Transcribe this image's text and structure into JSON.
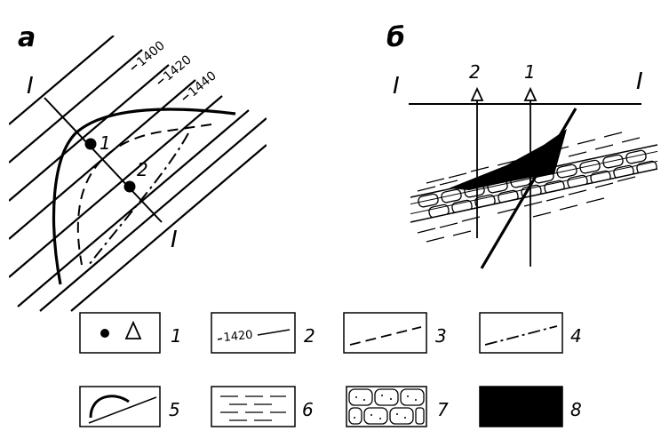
{
  "panel_a": {
    "label": "а",
    "contours": [
      "1400",
      "1420",
      "1440"
    ],
    "section_start": "I",
    "section_end": "I",
    "wells": [
      "1",
      "2"
    ]
  },
  "panel_b": {
    "label": "б",
    "section_left": "I",
    "section_right": "I",
    "wells": [
      "2",
      "1"
    ]
  },
  "legend": {
    "items": [
      {
        "number": "1"
      },
      {
        "number": "2",
        "text": "1420"
      },
      {
        "number": "3"
      },
      {
        "number": "4"
      },
      {
        "number": "5"
      },
      {
        "number": "6"
      },
      {
        "number": "7"
      },
      {
        "number": "8"
      }
    ]
  }
}
